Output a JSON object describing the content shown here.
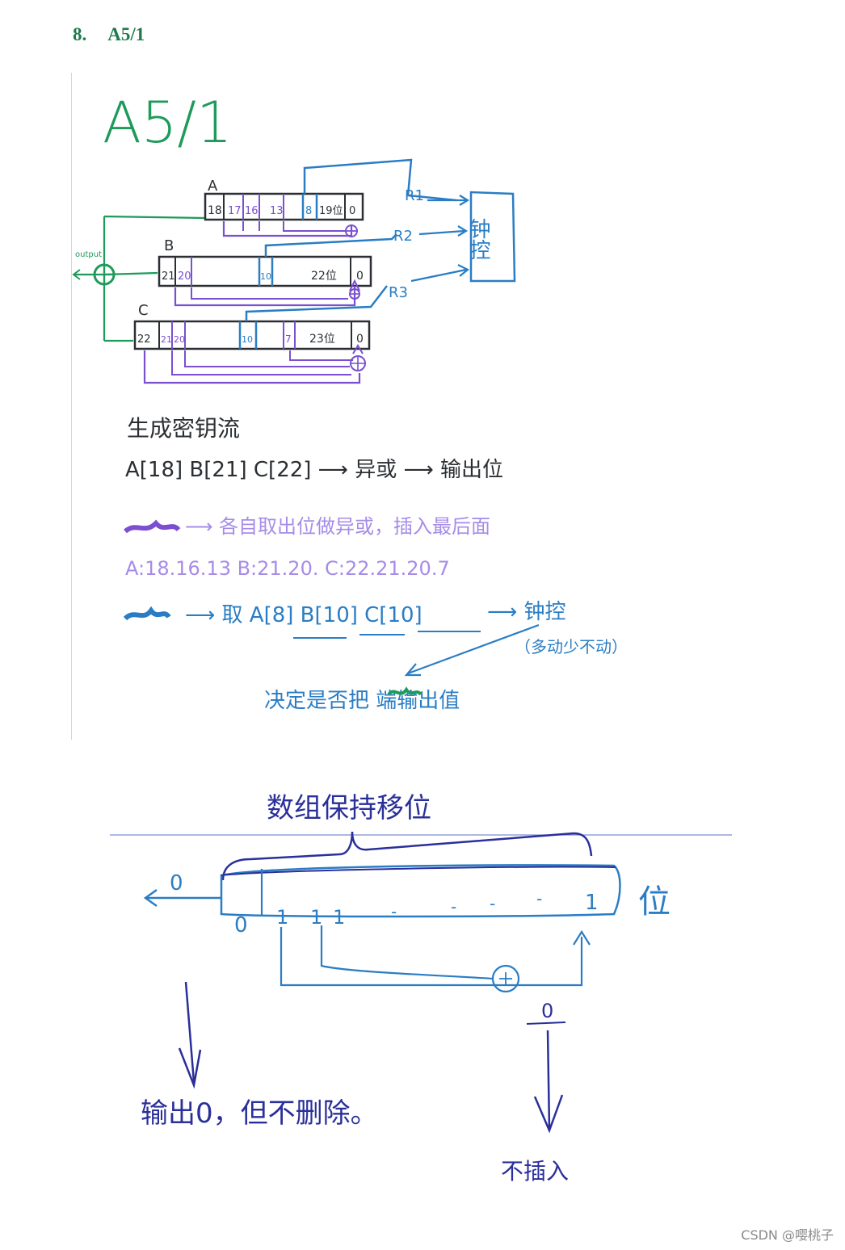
{
  "heading": {
    "number": "8.",
    "title": "A5/1"
  },
  "sketch1": {
    "big_title": "A5/1",
    "reg_a": {
      "name": "A",
      "cells": [
        "18",
        "17",
        "16",
        "13",
        "8",
        "19位",
        "0"
      ]
    },
    "reg_b": {
      "name": "B",
      "cells": [
        "21",
        "20",
        "10",
        "22位",
        "0"
      ]
    },
    "reg_c": {
      "name": "C",
      "cells": [
        "22",
        "21",
        "20",
        "10",
        "7",
        "23位",
        "0"
      ]
    },
    "r_labels": [
      "R1",
      "R2",
      "R3"
    ],
    "clock_box": "钟控",
    "output_label": "output",
    "line1": "生成密钥流",
    "line2": "A[18] B[21] C[22] ⟶ 异或 ⟶ 输出位",
    "line3": "⟶ 各自取出位做异或，插入最后面",
    "line4": "A:18.16.13   B:21.20.   C:22.21.20.7",
    "line5a": "⟶ 取 A[8]  B[10]  C[10]",
    "line5b": "⟶ 钟控",
    "line6": "（多动少不动）",
    "line7": "决定是否把    端输出值"
  },
  "sketch2": {
    "label_top": "数组保持移位",
    "label_right": "位",
    "cells": [
      "0",
      "1",
      "1",
      "1",
      "-",
      "-",
      "-",
      "-",
      "1"
    ],
    "left_out": "0",
    "feedback_in": "0",
    "label_bottom_left": "输出0，但不删除。",
    "label_bottom_right": "不插入"
  },
  "colors": {
    "green": "#1e9a5a",
    "dark": "#2b2f33",
    "purple": "#7a4fd0",
    "lavender": "#a68ce8",
    "blue": "#2a7dc4",
    "navy": "#2a2f9a"
  },
  "watermark": "CSDN @嘤桃子"
}
